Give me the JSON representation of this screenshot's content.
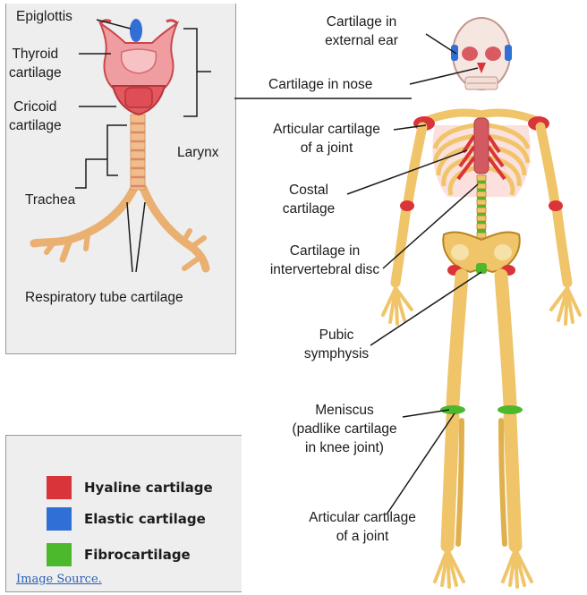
{
  "larynx_labels": {
    "epiglottis": "Epiglottis",
    "thyroid": [
      "Thyroid",
      "cartilage"
    ],
    "cricoid": [
      "Cricoid",
      "cartilage"
    ],
    "larynx": "Larynx",
    "trachea": "Trachea",
    "respiratory": "Respiratory tube cartilage"
  },
  "skeleton_labels": {
    "ear": [
      "Cartilage in",
      "external ear"
    ],
    "nose": "Cartilage in nose",
    "articular_top": [
      "Articular cartilage",
      "of a joint"
    ],
    "costal": [
      "Costal",
      "cartilage"
    ],
    "disc": [
      "Cartilage in",
      "intervertebral disc"
    ],
    "pubic": [
      "Pubic",
      "symphysis"
    ],
    "meniscus": [
      "Meniscus",
      "(padlike cartilage",
      "in knee joint)"
    ],
    "articular_bottom": [
      "Articular cartilage",
      "of a joint"
    ]
  },
  "legend": {
    "items": [
      {
        "label": "Hyaline cartilage",
        "color": "#d9343a"
      },
      {
        "label": "Elastic cartilage",
        "color": "#2f6fd6"
      },
      {
        "label": "Fibrocartilage",
        "color": "#4cb82c"
      }
    ]
  },
  "source_link": "Image Source.",
  "colors": {
    "bone": "#f0c56a",
    "bone_outline": "#b98422",
    "hyaline": "#d9343a",
    "larynx_pink": "#ec8a8e",
    "elastic": "#2f6fd6",
    "fibro": "#4cb82c"
  }
}
